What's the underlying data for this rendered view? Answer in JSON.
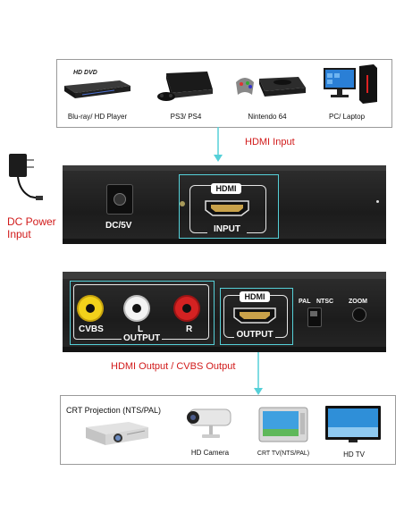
{
  "sources": {
    "items": [
      {
        "label": "Blu-ray/ HD Player",
        "logo": "HD DVD",
        "icon": "bluray-player-icon"
      },
      {
        "label": "PS3/ PS4",
        "icon": "game-console-icon"
      },
      {
        "label": "Nintendo 64",
        "icon": "n64-console-icon"
      },
      {
        "label": "PC/ Laptop",
        "icon": "desktop-pc-icon"
      }
    ]
  },
  "hdmi_input_label": "HDMI Input",
  "dc_power_label_line1": "DC Power",
  "dc_power_label_line2": "Input",
  "front_panel": {
    "dc_label": "DC/5V",
    "hdmi_logo": "HDMI",
    "input_label": "INPUT"
  },
  "rear_panel": {
    "cvbs_label": "CVBS",
    "l_label": "L",
    "r_label": "R",
    "output_label": "OUTPUT",
    "hdmi_logo": "HDMI",
    "hdmi_output_label": "OUTPUT",
    "pal_label": "PAL",
    "ntsc_label": "NTSC",
    "zoom_label": "ZOOM"
  },
  "output_caption": "HDMI Output / CVBS Output",
  "outputs": {
    "items": [
      {
        "label": "CRT Projection (NTS/PAL)",
        "icon": "projector-icon"
      },
      {
        "label": "HD Camera",
        "icon": "cctv-camera-icon"
      },
      {
        "label": "CRT TV(NTS/PAL)",
        "icon": "crt-tv-icon"
      },
      {
        "label": "HD TV",
        "icon": "flat-tv-icon"
      }
    ]
  },
  "colors": {
    "accent_red": "#d11a1a",
    "accent_cyan": "#55d0d8",
    "rca_yellow": "#f2d21b",
    "rca_white": "#f3f3f3",
    "rca_red": "#d42222"
  }
}
